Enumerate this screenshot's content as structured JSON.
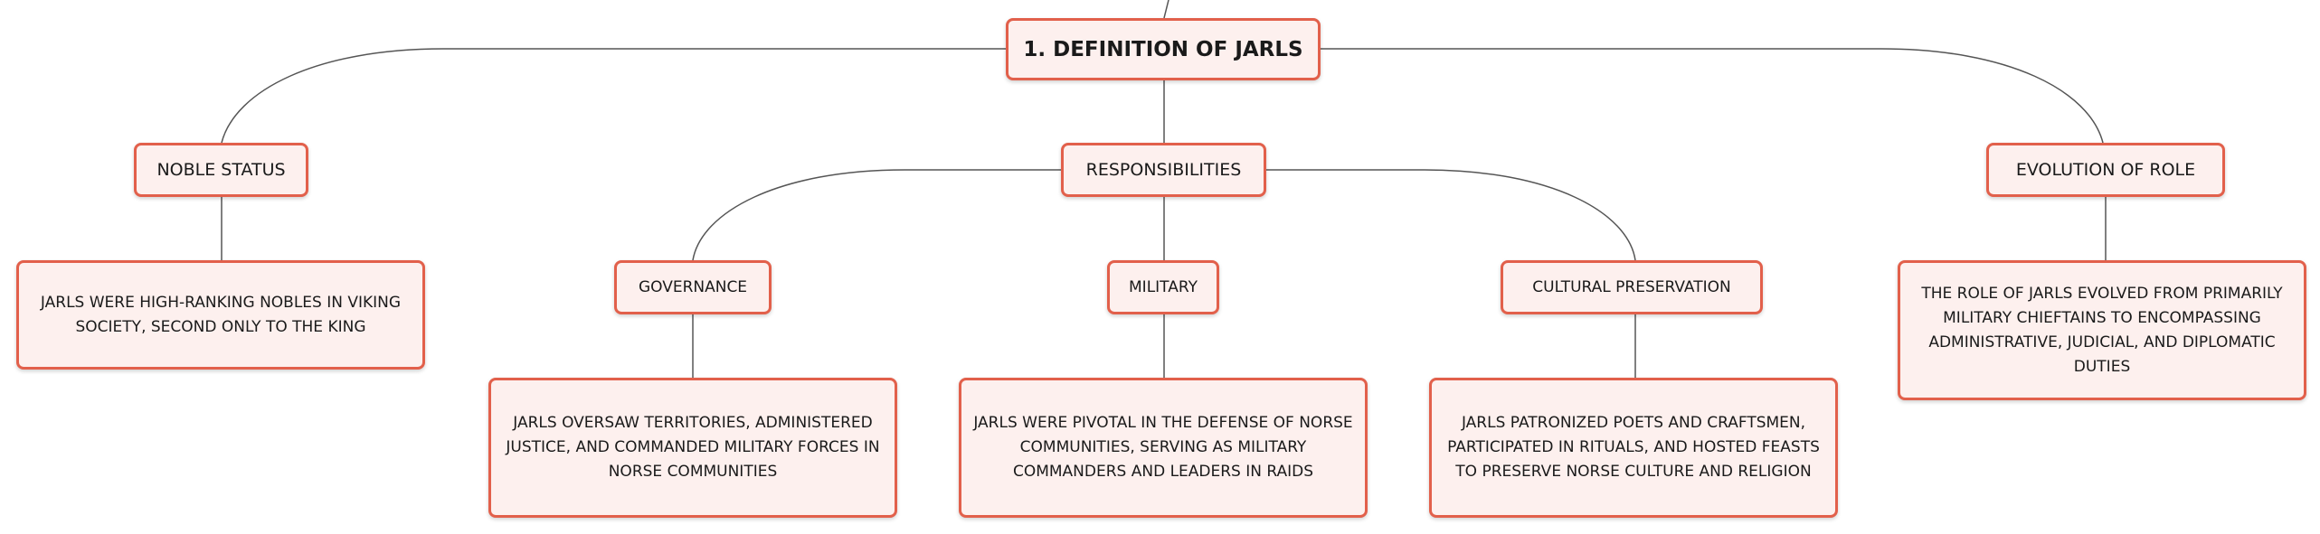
{
  "diagram": {
    "root": {
      "label": "1. DEFINITION OF JARLS"
    },
    "noble_status": {
      "label": "NOBLE STATUS",
      "detail": "JARLS WERE HIGH-RANKING NOBLES IN VIKING SOCIETY, SECOND ONLY TO THE KING"
    },
    "responsibilities": {
      "label": "RESPONSIBILITIES",
      "governance": {
        "label": "GOVERNANCE",
        "detail": "JARLS OVERSAW TERRITORIES, ADMINISTERED JUSTICE, AND COMMANDED MILITARY FORCES IN NORSE COMMUNITIES"
      },
      "military": {
        "label": "MILITARY",
        "detail": "JARLS WERE PIVOTAL IN THE DEFENSE OF NORSE COMMUNITIES, SERVING AS MILITARY COMMANDERS AND LEADERS IN RAIDS"
      },
      "cultural_preservation": {
        "label": "CULTURAL PRESERVATION",
        "detail": "JARLS PATRONIZED POETS AND CRAFTSMEN, PARTICIPATED IN RITUALS, AND HOSTED FEASTS TO PRESERVE NORSE CULTURE AND RELIGION"
      }
    },
    "evolution_of_role": {
      "label": "EVOLUTION OF ROLE",
      "detail": "THE ROLE OF JARLS EVOLVED FROM PRIMARILY MILITARY CHIEFTAINS TO ENCOMPASSING ADMINISTRATIVE, JUDICIAL, AND DIPLOMATIC DUTIES"
    }
  },
  "colors": {
    "node_border": "#e2604b",
    "node_fill": "#fdf0ee",
    "connector": "#555555"
  }
}
